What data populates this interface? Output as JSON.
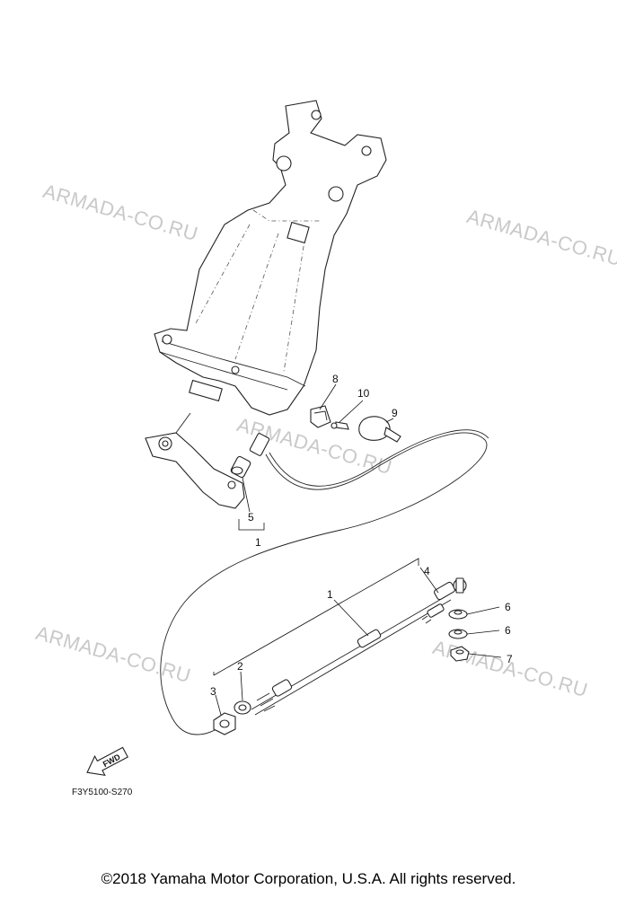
{
  "watermarks": [
    "ARMADA-CO.RU",
    "ARMADA-CO.RU",
    "ARMADA-CO.RU",
    "ARMADA-CO.RU",
    "ARMADA-CO.RU"
  ],
  "callouts": {
    "c1a": "1",
    "c1b": "1",
    "c2": "2",
    "c3": "3",
    "c4": "4",
    "c5": "5",
    "c6a": "6",
    "c6b": "6",
    "c7": "7",
    "c8": "8",
    "c9": "9",
    "c10": "10"
  },
  "fwd_label": "FWD",
  "diagram_code": "F3Y5100-S270",
  "copyright": "©2018 Yamaha Motor Corporation, U.S.A. All rights reserved."
}
